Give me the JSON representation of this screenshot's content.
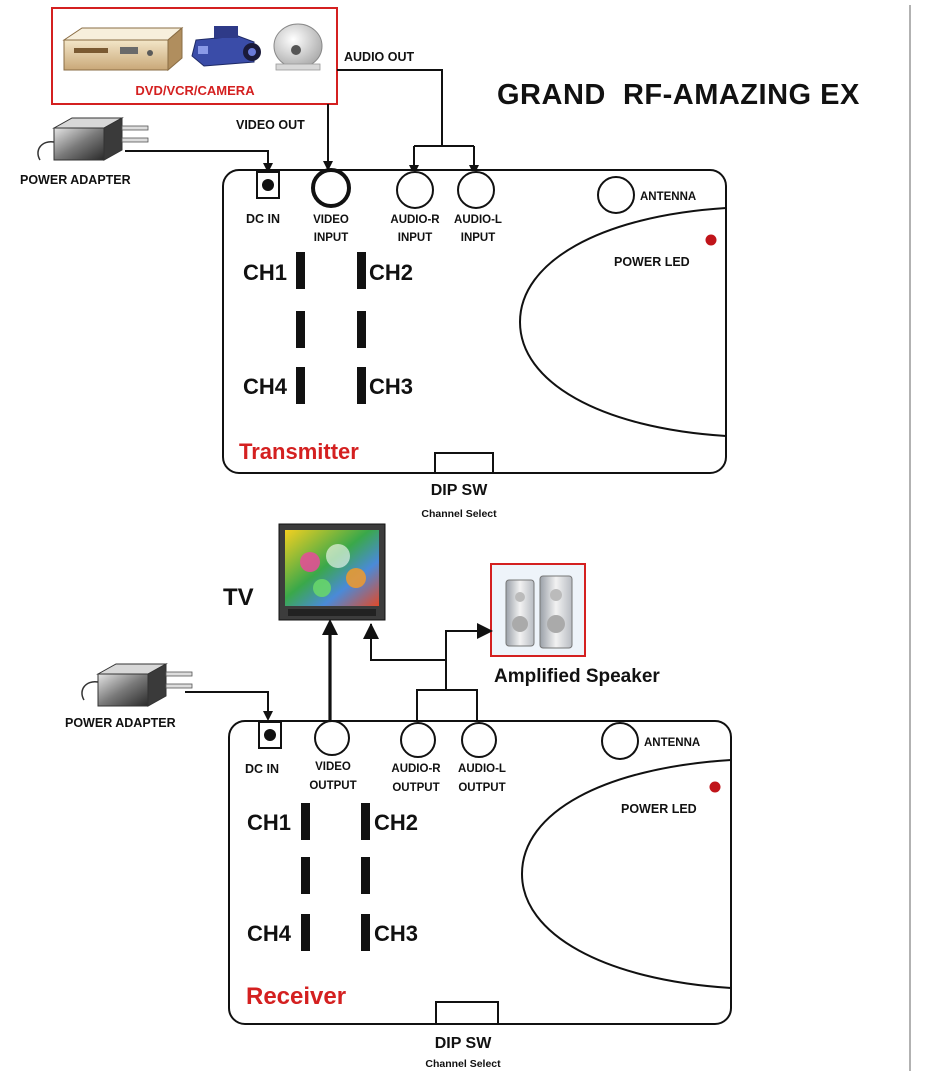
{
  "title": "GRAND  RF-AMAZING EX",
  "source": {
    "label": "DVD/VCR/CAMERA",
    "audio_out": "AUDIO OUT",
    "video_out": "VIDEO OUT"
  },
  "transmitter": {
    "name": "Transmitter",
    "power_adapter": "POWER ADAPTER",
    "dc_in": "DC IN",
    "video_1": "VIDEO",
    "video_2": "INPUT",
    "audio_r_1": "AUDIO-R",
    "audio_r_2": "INPUT",
    "audio_l_1": "AUDIO-L",
    "audio_l_2": "INPUT",
    "antenna": "ANTENNA",
    "power_led": "POWER LED",
    "ch1": "CH1",
    "ch2": "CH2",
    "ch3": "CH3",
    "ch4": "CH4",
    "dip_sw": "DIP SW",
    "channel_select": "Channel Select"
  },
  "tv": {
    "label": "TV"
  },
  "speaker": {
    "label": "Amplified Speaker"
  },
  "receiver": {
    "name": "Receiver",
    "power_adapter": "POWER ADAPTER",
    "dc_in": "DC IN",
    "video_1": "VIDEO",
    "video_2": "OUTPUT",
    "audio_r_1": "AUDIO-R",
    "audio_r_2": "OUTPUT",
    "audio_l_1": "AUDIO-L",
    "audio_l_2": "OUTPUT",
    "antenna": "ANTENNA",
    "power_led": "POWER LED",
    "ch1": "CH1",
    "ch2": "CH2",
    "ch3": "CH3",
    "ch4": "CH4",
    "dip_sw": "DIP SW",
    "channel_select": "Channel Select"
  },
  "colors": {
    "accent_red": "#d42020",
    "led_red": "#c0141a",
    "line": "#111111"
  }
}
